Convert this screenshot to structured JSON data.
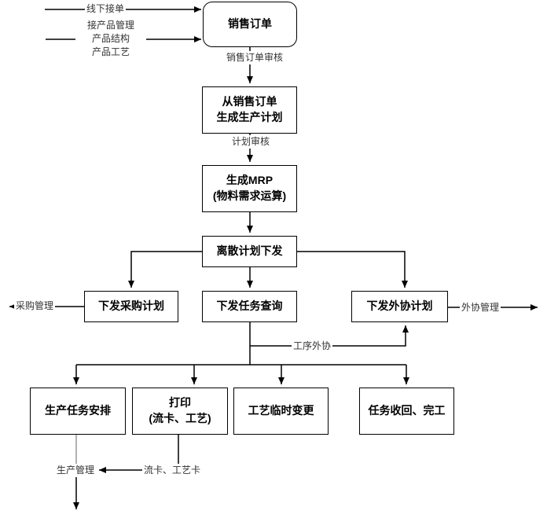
{
  "diagram_type": "flowchart",
  "colors": {
    "background": "#ffffff",
    "node_fill": "#ffffff",
    "node_border": "#000000",
    "line": "#000000",
    "muted_line": "#999999",
    "label_text": "#333333"
  },
  "nodes": {
    "sales_order": {
      "label": "销售订单"
    },
    "gen_plan": {
      "label": "从销售订单\n生成生产计划"
    },
    "gen_mrp": {
      "label": "生成MRP\n(物料需求运算)"
    },
    "discrete_dispatch": {
      "label": "离散计划下发"
    },
    "purchase_plan": {
      "label": "下发采购计划"
    },
    "task_query": {
      "label": "下发任务查询"
    },
    "outsource_plan": {
      "label": "下发外协计划"
    },
    "task_arrange": {
      "label": "生产任务安排"
    },
    "print_card": {
      "label": "打印\n(流卡、工艺)"
    },
    "process_change": {
      "label": "工艺临时变更"
    },
    "task_recall": {
      "label": "任务收回、完工"
    }
  },
  "edge_labels": {
    "offline_order": "线下接单",
    "product_info": "接产品管理\n产品结构\n产品工艺",
    "order_audit": "销售订单审核",
    "plan_audit": "计划审核",
    "purchase_mgmt": "采购管理",
    "outsource_mgmt": "外协管理",
    "process_outsource": "工序外协",
    "production_mgmt": "生产管理",
    "flow_card": "流卡、工艺卡"
  }
}
